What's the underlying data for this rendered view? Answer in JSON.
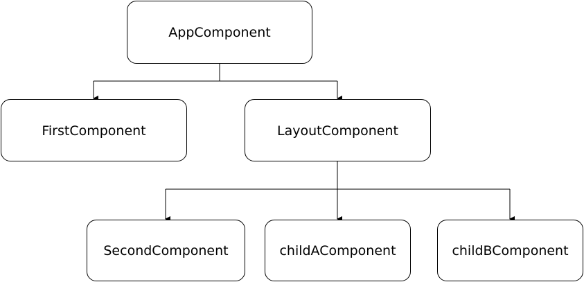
{
  "nodes": {
    "app": {
      "label": "AppComponent"
    },
    "first": {
      "label": "FirstComponent"
    },
    "layout": {
      "label": "LayoutComponent"
    },
    "second": {
      "label": "SecondComponent"
    },
    "child_a": {
      "label": "childAComponent"
    },
    "child_b": {
      "label": "childBComponent"
    }
  },
  "edges": [
    {
      "from": "AppComponent",
      "to": "FirstComponent"
    },
    {
      "from": "AppComponent",
      "to": "LayoutComponent"
    },
    {
      "from": "LayoutComponent",
      "to": "SecondComponent"
    },
    {
      "from": "LayoutComponent",
      "to": "childAComponent"
    },
    {
      "from": "LayoutComponent",
      "to": "childBComponent"
    }
  ],
  "colors": {
    "stroke": "#000000",
    "background": "#ffffff",
    "text": "#000000"
  }
}
